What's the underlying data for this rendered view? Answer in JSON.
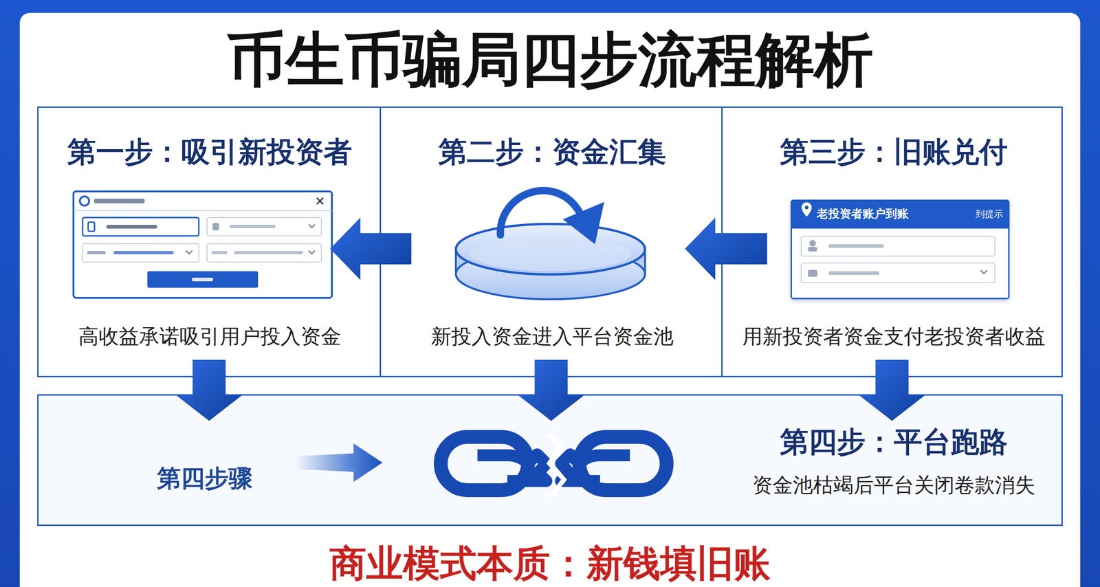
{
  "diagram": {
    "title": "币生币骗局四步流程解析",
    "caption": "商业模式本质：新钱填旧账",
    "nodes": [
      {
        "text": [
          "第一步：吸引新投资者",
          "高收益承诺吸引用户投入资金"
        ]
      },
      {
        "text": [
          "第二步：资金汇集",
          "新投入资金进入平台资金池"
        ]
      },
      {
        "text": [
          "第三步：旧账兑付",
          "用新投资者资金支付老投资者收益"
        ]
      },
      {
        "text": [
          "老投资者账户到账",
          "到提示"
        ],
        "in": 2
      },
      {
        "text": [
          "第四步骤",
          "第四步：平台跑路",
          "资金池枯竭后平台关闭卷款消失"
        ]
      }
    ],
    "edges": [
      {
        "from": 0,
        "to": 1,
        "arrow": "to"
      },
      {
        "from": 1,
        "to": 2,
        "arrow": "to"
      },
      {
        "from": 0,
        "to": 4,
        "arrow": "to"
      },
      {
        "from": 1,
        "to": 4,
        "arrow": "to"
      },
      {
        "from": 2,
        "to": 4,
        "arrow": "to"
      }
    ]
  }
}
